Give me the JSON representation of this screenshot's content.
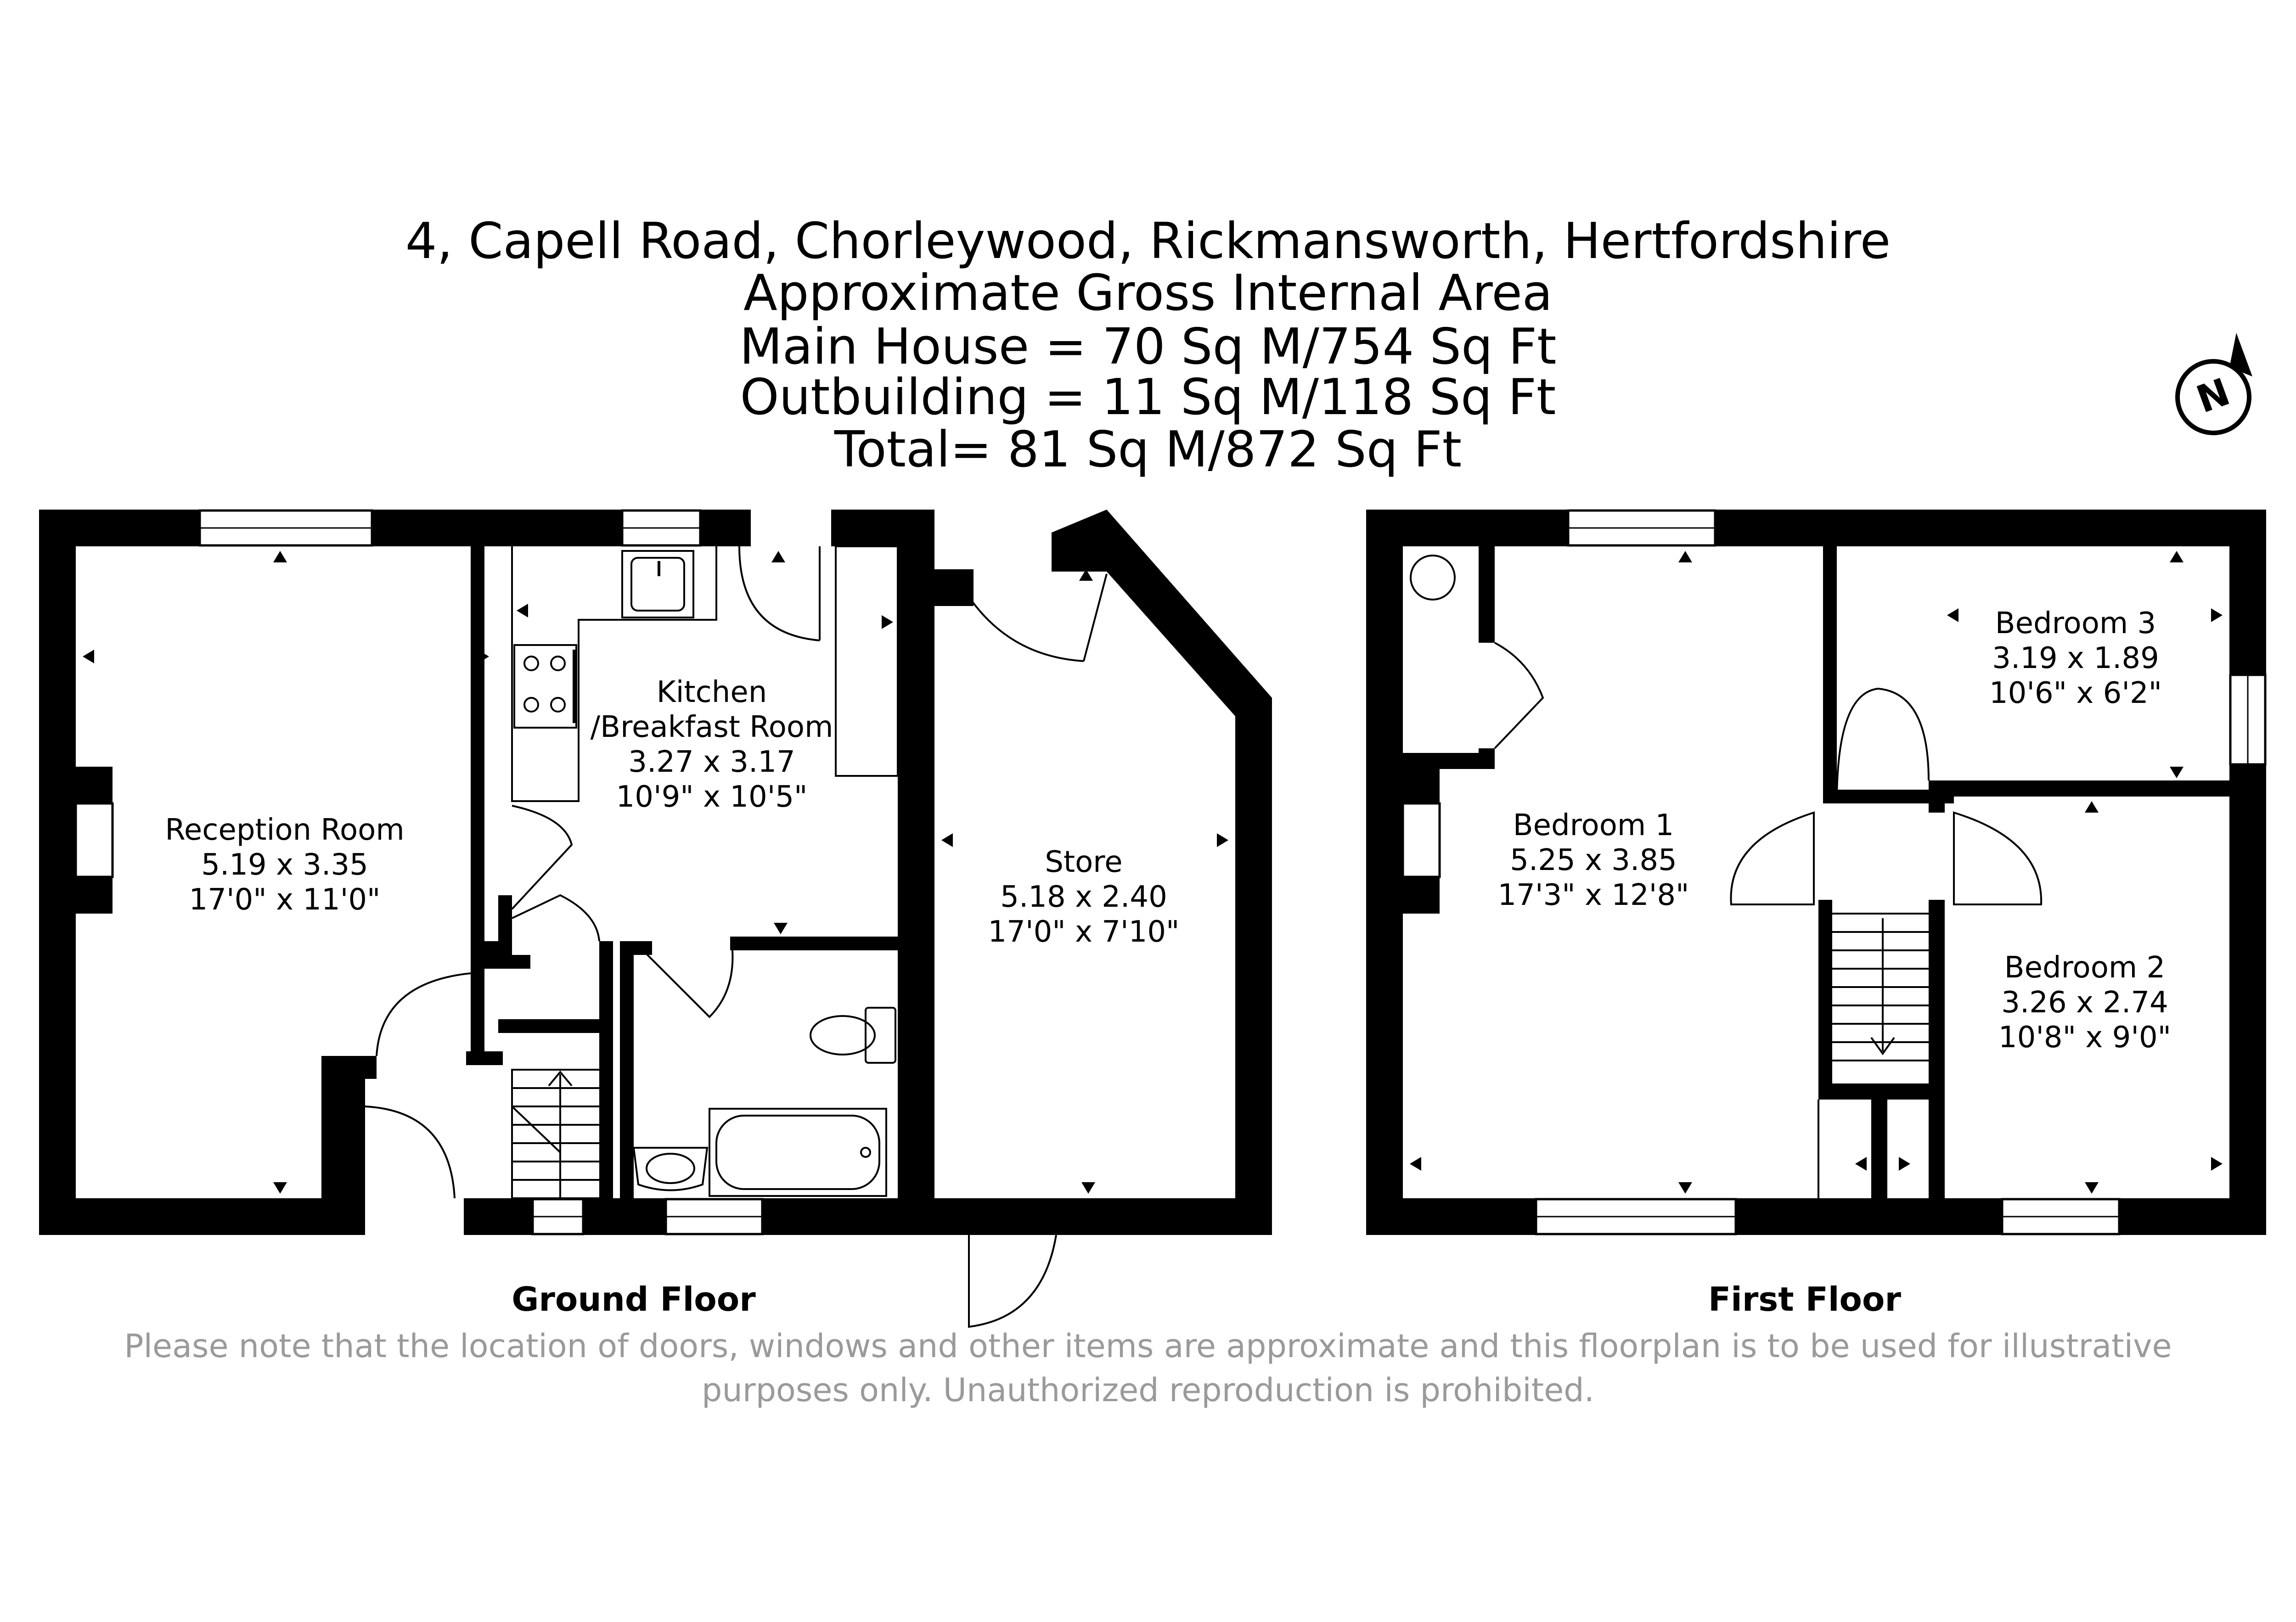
{
  "title": {
    "address": "4, Capell Road, Chorleywood, Rickmansworth, Hertfordshire",
    "subtitle": "Approximate Gross Internal Area",
    "main_house": "Main House = 70 Sq M/754 Sq Ft",
    "outbuilding": "Outbuilding = 11 Sq M/118 Sq Ft",
    "total": "Total= 81 Sq M/872 Sq Ft"
  },
  "compass": {
    "letter": "N"
  },
  "ground_floor": {
    "label": "Ground Floor",
    "reception": {
      "name": "Reception Room",
      "metric": "5.19 x 3.35",
      "imperial": "17'0\" x 11'0\""
    },
    "kitchen": {
      "name_line1": "Kitchen",
      "name_line2": "/Breakfast Room",
      "metric": "3.27 x 3.17",
      "imperial": "10'9\" x 10'5\""
    },
    "store": {
      "name": "Store",
      "metric": "5.18 x 2.40",
      "imperial": "17'0\" x 7'10\""
    }
  },
  "first_floor": {
    "label": "First Floor",
    "bedroom1": {
      "name": "Bedroom 1",
      "metric": "5.25 x 3.85",
      "imperial": "17'3\" x 12'8\""
    },
    "bedroom2": {
      "name": "Bedroom 2",
      "metric": "3.26 x 2.74",
      "imperial": "10'8\" x 9'0\""
    },
    "bedroom3": {
      "name": "Bedroom 3",
      "metric": "3.19 x 1.89",
      "imperial": "10'6\" x 6'2\""
    }
  },
  "disclaimer": {
    "line1": "Please note that the location of doors, windows and other items are approximate and this floorplan is to be used for illustrative",
    "line2": "purposes only. Unauthorized reproduction is prohibited."
  }
}
